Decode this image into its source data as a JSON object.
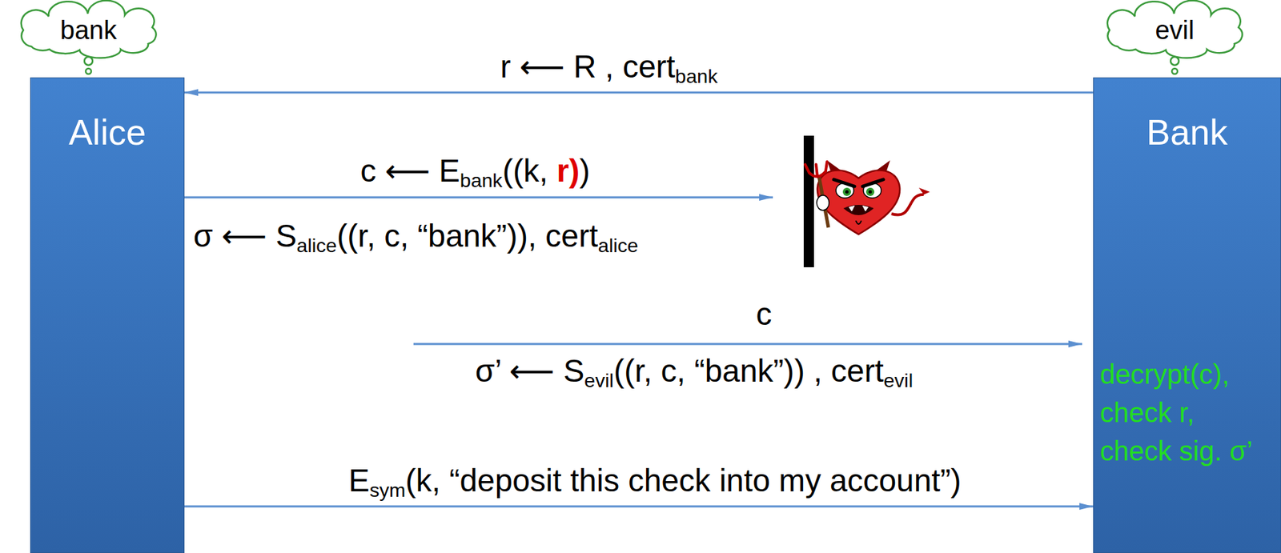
{
  "diagram": {
    "nodes": [
      {
        "text": [
          "bank"
        ]
      },
      {
        "text": [
          "evil"
        ]
      },
      {
        "text": [
          "Alice"
        ]
      },
      {
        "text": [
          "Bank",
          "decrypt(c), check r, check sig. σ’"
        ]
      }
    ],
    "edges": [
      {
        "from": 3,
        "to": 2,
        "arrow": "to",
        "label": "r ⟵ R , certbank"
      },
      {
        "from": 2,
        "to": 3,
        "arrow": "to",
        "label": "Esym(k, “deposit this check into my account”)"
      }
    ],
    "labels": [
      "c ⟵ Ebank((k, r))",
      "σ ⟵ Salice((r, c, “bank”)), certalice",
      "c",
      "σ’ ⟵ Sevil((r, c, “bank”)) , certevil"
    ]
  }
}
